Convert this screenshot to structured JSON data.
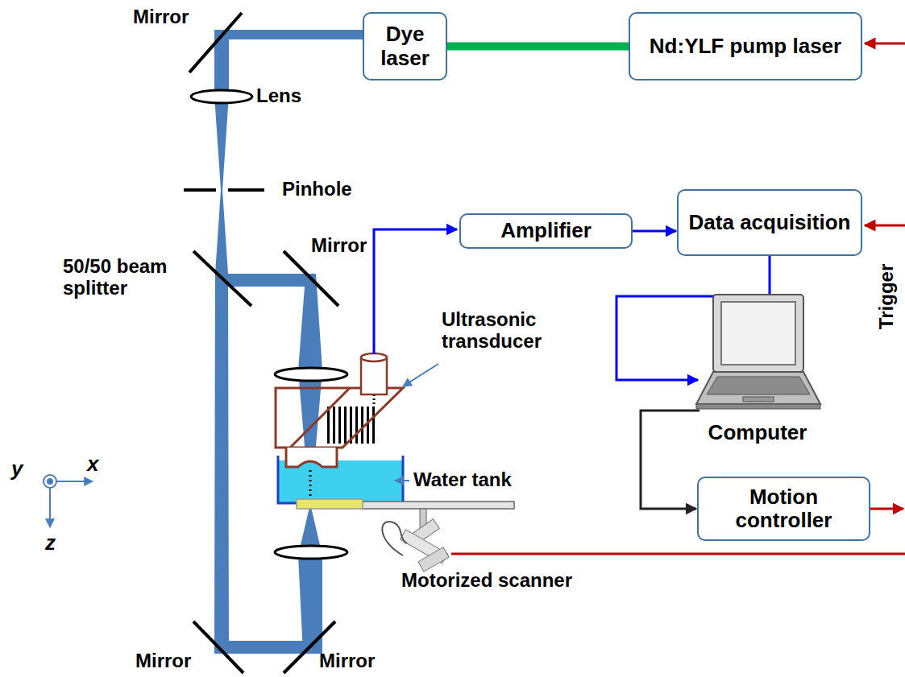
{
  "diagram": {
    "nodes": [
      {
        "text": [
          "Dye laser"
        ]
      },
      {
        "text": [
          "Nd:YLF pump laser"
        ]
      },
      {
        "text": [
          "Amplifier"
        ]
      },
      {
        "text": [
          "Data acquisition"
        ]
      },
      {
        "text": [
          "Computer"
        ]
      },
      {
        "text": [
          "Motion controller"
        ]
      }
    ],
    "edges": [
      {
        "from": 1,
        "to": 0,
        "arrow": "none"
      },
      {
        "from": 2,
        "to": 3,
        "arrow": "to"
      },
      {
        "from": 3,
        "to": 4,
        "arrow": "to"
      },
      {
        "from": 4,
        "to": 5,
        "arrow": "to"
      }
    ],
    "labels": [
      "Mirror",
      "Lens",
      "Pinhole",
      "Mirror",
      "50/50 beam splitter",
      "Ultrasonic transducer",
      "Water tank",
      "Motorized scanner",
      "Mirror",
      "Mirror",
      "Trigger",
      "y",
      "x",
      "z"
    ]
  }
}
